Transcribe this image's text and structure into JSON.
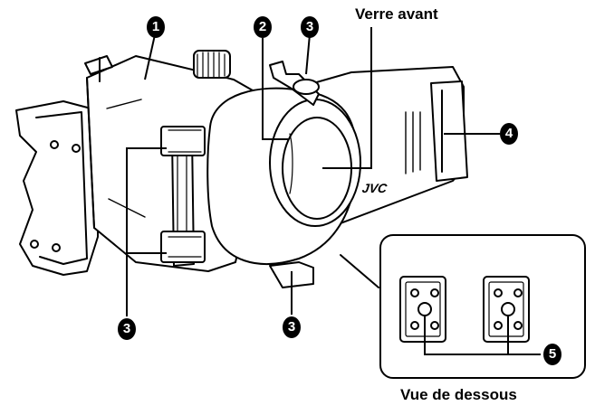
{
  "labels": {
    "front_glass": "Verre avant",
    "bottom_view": "Vue de dessous"
  },
  "callouts": {
    "c1": "1",
    "c2": "2",
    "c3a": "3",
    "c3b": "3",
    "c3c": "3",
    "c4": "4",
    "c5": "5"
  },
  "logo": "JVC",
  "colors": {
    "ink": "#000000",
    "paper": "#ffffff"
  }
}
